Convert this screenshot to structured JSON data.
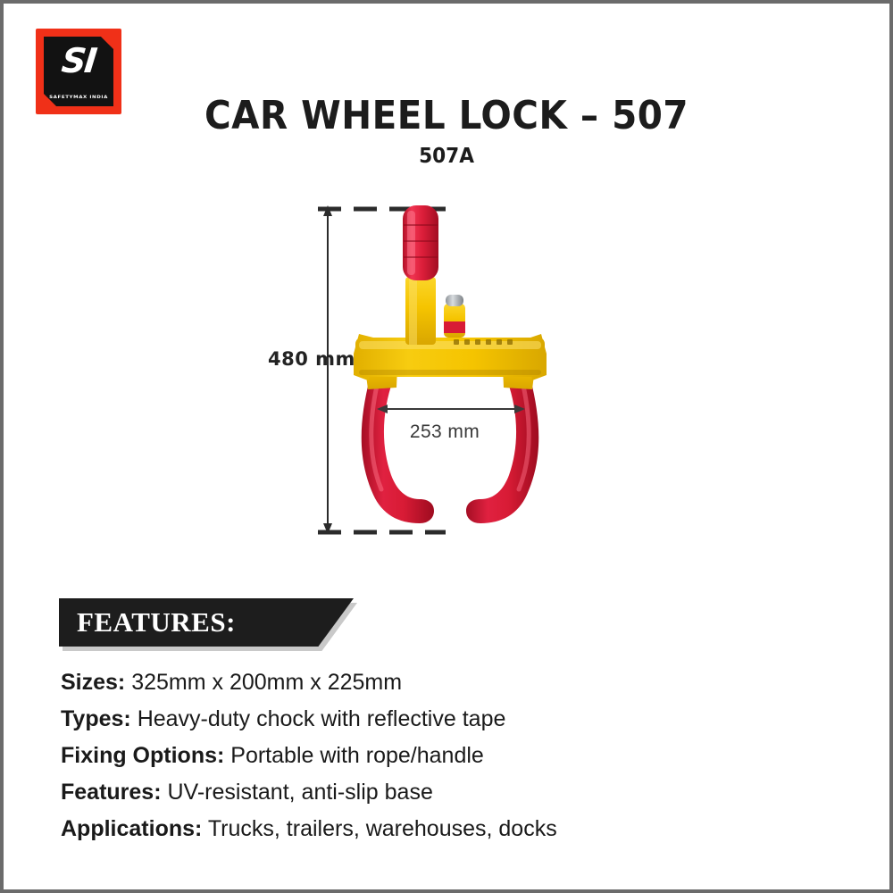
{
  "document": {
    "title": "CAR WHEEL LOCK – 507",
    "subtitle": "507A",
    "border_color": "#6b6b6b",
    "background": "#ffffff"
  },
  "logo": {
    "monogram": "SI",
    "tagline": "SAFETYMAX INDIA",
    "badge_color": "#f03018",
    "inner_color": "#121212",
    "text_color": "#ffffff"
  },
  "product_figure": {
    "name": "car-wheel-lock-clamp",
    "body_color": "#F5C400",
    "grip_color": "#D81B35",
    "lock_cap_color": "#b8bcc0",
    "dimensions": {
      "height_label": "480 mm",
      "width_label": "253 mm"
    }
  },
  "features_section": {
    "banner_label": "FEATURES:",
    "banner_color": "#1d1d1d",
    "items": [
      {
        "key": "Sizes:",
        "value": "325mm x 200mm x 225mm"
      },
      {
        "key": "Types:",
        "value": "Heavy-duty chock with reflective tape"
      },
      {
        "key": "Fixing Options:",
        "value": "Portable with rope/handle"
      },
      {
        "key": "Features:",
        "value": "UV-resistant, anti-slip base"
      },
      {
        "key": "Applications:",
        "value": "Trucks, trailers, warehouses, docks"
      }
    ]
  }
}
